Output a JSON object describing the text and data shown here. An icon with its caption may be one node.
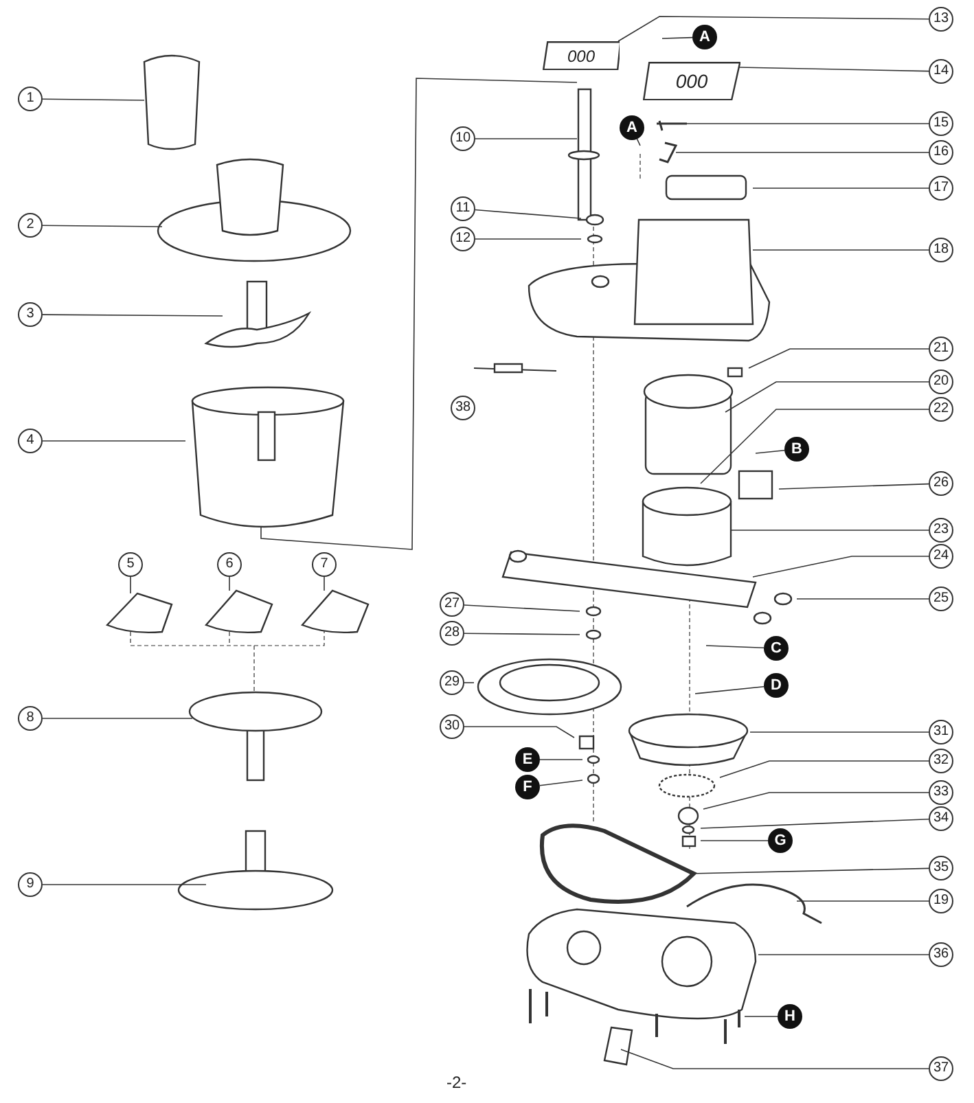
{
  "diagram": {
    "nodes": [
      {
        "text": [
          "1"
        ]
      },
      {
        "text": [
          "2"
        ]
      },
      {
        "text": [
          "3"
        ]
      },
      {
        "text": [
          "4"
        ]
      },
      {
        "text": [
          "5"
        ]
      },
      {
        "text": [
          "6"
        ]
      },
      {
        "text": [
          "7"
        ]
      },
      {
        "text": [
          "8"
        ]
      },
      {
        "text": [
          "9"
        ]
      },
      {
        "text": [
          "13"
        ]
      },
      {
        "text": [
          "A"
        ]
      },
      {
        "text": [
          "14"
        ]
      },
      {
        "text": [
          "10"
        ]
      },
      {
        "text": [
          "15"
        ]
      },
      {
        "text": [
          "A"
        ]
      },
      {
        "text": [
          "16"
        ]
      },
      {
        "text": [
          "17"
        ]
      },
      {
        "text": [
          "11"
        ]
      },
      {
        "text": [
          "12"
        ]
      },
      {
        "text": [
          "18"
        ]
      },
      {
        "text": [
          "21"
        ]
      },
      {
        "text": [
          "38"
        ]
      },
      {
        "text": [
          "20"
        ]
      },
      {
        "text": [
          "22"
        ]
      },
      {
        "text": [
          "B"
        ]
      },
      {
        "text": [
          "26"
        ]
      },
      {
        "text": [
          "23"
        ]
      },
      {
        "text": [
          "24"
        ]
      },
      {
        "text": [
          "25"
        ]
      },
      {
        "text": [
          "27"
        ]
      },
      {
        "text": [
          "28"
        ]
      },
      {
        "text": [
          "C"
        ]
      },
      {
        "text": [
          "29"
        ]
      },
      {
        "text": [
          "D"
        ]
      },
      {
        "text": [
          "30"
        ]
      },
      {
        "text": [
          "31"
        ]
      },
      {
        "text": [
          "E"
        ]
      },
      {
        "text": [
          "32"
        ]
      },
      {
        "text": [
          "F"
        ]
      },
      {
        "text": [
          "33"
        ]
      },
      {
        "text": [
          "34"
        ]
      },
      {
        "text": [
          "G"
        ]
      },
      {
        "text": [
          "35"
        ]
      },
      {
        "text": [
          "19"
        ]
      },
      {
        "text": [
          "36"
        ]
      },
      {
        "text": [
          "H"
        ]
      },
      {
        "text": [
          "37"
        ]
      },
      {
        "text": [
          "000"
        ]
      },
      {
        "text": [
          "000"
        ]
      }
    ],
    "edges": [
      {
        "from": 0,
        "to": null,
        "arrow": "none"
      },
      {
        "from": 1,
        "to": null,
        "arrow": "none"
      },
      {
        "from": 2,
        "to": null,
        "arrow": "none"
      },
      {
        "from": 3,
        "to": null,
        "arrow": "none"
      },
      {
        "from": 4,
        "to": null,
        "arrow": "none"
      },
      {
        "from": 5,
        "to": null,
        "arrow": "none"
      },
      {
        "from": 6,
        "to": null,
        "arrow": "none"
      },
      {
        "from": 7,
        "to": null,
        "arrow": "none"
      },
      {
        "from": 8,
        "to": null,
        "arrow": "none"
      },
      {
        "from": 9,
        "to": 47,
        "arrow": "none"
      },
      {
        "from": 10,
        "to": null,
        "arrow": "none"
      },
      {
        "from": 11,
        "to": 48,
        "arrow": "none"
      },
      {
        "from": 12,
        "to": null,
        "arrow": "none"
      },
      {
        "from": 13,
        "to": null,
        "arrow": "none"
      },
      {
        "from": 14,
        "to": null,
        "arrow": "none"
      },
      {
        "from": 15,
        "to": null,
        "arrow": "none"
      },
      {
        "from": 16,
        "to": null,
        "arrow": "none"
      },
      {
        "from": 17,
        "to": null,
        "arrow": "none"
      },
      {
        "from": 18,
        "to": null,
        "arrow": "none"
      },
      {
        "from": 19,
        "to": null,
        "arrow": "none"
      },
      {
        "from": 20,
        "to": null,
        "arrow": "none"
      },
      {
        "from": 22,
        "to": null,
        "arrow": "none"
      },
      {
        "from": 23,
        "to": null,
        "arrow": "none"
      },
      {
        "from": 24,
        "to": null,
        "arrow": "none"
      },
      {
        "from": 25,
        "to": null,
        "arrow": "none"
      },
      {
        "from": 26,
        "to": null,
        "arrow": "none"
      },
      {
        "from": 27,
        "to": null,
        "arrow": "none"
      },
      {
        "from": 28,
        "to": null,
        "arrow": "none"
      },
      {
        "from": 29,
        "to": null,
        "arrow": "none"
      },
      {
        "from": 30,
        "to": null,
        "arrow": "none"
      },
      {
        "from": 31,
        "to": null,
        "arrow": "none"
      },
      {
        "from": 32,
        "to": null,
        "arrow": "none"
      },
      {
        "from": 33,
        "to": null,
        "arrow": "none"
      },
      {
        "from": 34,
        "to": null,
        "arrow": "none"
      },
      {
        "from": 35,
        "to": null,
        "arrow": "none"
      },
      {
        "from": 36,
        "to": null,
        "arrow": "none"
      },
      {
        "from": 37,
        "to": null,
        "arrow": "none"
      },
      {
        "from": 38,
        "to": null,
        "arrow": "none"
      },
      {
        "from": 39,
        "to": null,
        "arrow": "none"
      },
      {
        "from": 40,
        "to": null,
        "arrow": "none"
      },
      {
        "from": 41,
        "to": null,
        "arrow": "none"
      },
      {
        "from": 42,
        "to": null,
        "arrow": "none"
      },
      {
        "from": 43,
        "to": null,
        "arrow": "none"
      },
      {
        "from": 44,
        "to": null,
        "arrow": "none"
      },
      {
        "from": 45,
        "to": null,
        "arrow": "none"
      },
      {
        "from": 46,
        "to": null,
        "arrow": "none"
      }
    ],
    "labels": [
      "-2-"
    ]
  }
}
